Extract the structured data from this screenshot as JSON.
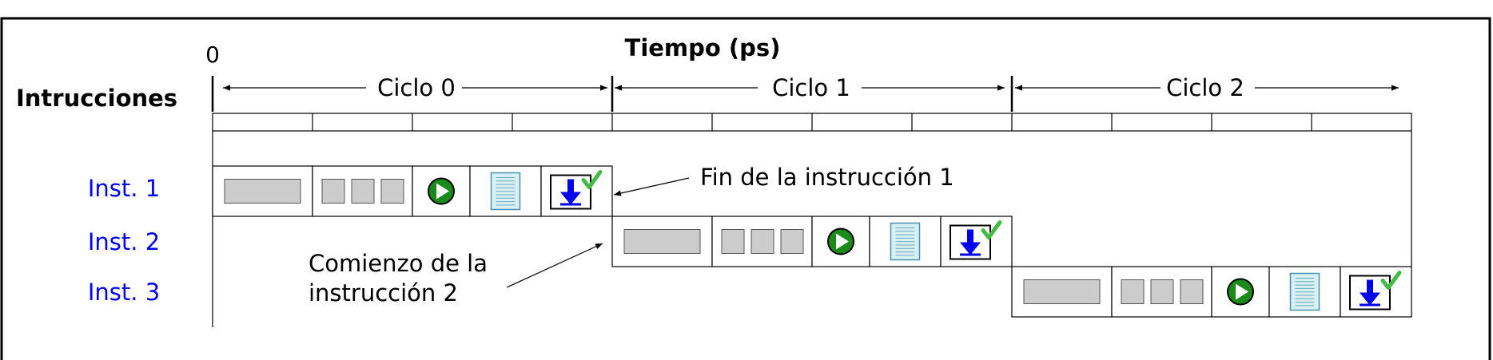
{
  "diagram": {
    "time_axis_title": "Tiempo (ps)",
    "time_origin": "0",
    "row_header": "Intrucciones",
    "cycles": [
      "Ciclo 0",
      "Ciclo 1",
      "Ciclo 2"
    ],
    "instructions": [
      "Inst. 1",
      "Inst. 2",
      "Inst. 3"
    ],
    "annotations": {
      "end_instruction_1": "Fin de la instrucción 1",
      "start_instruction_2_line1": "Comienzo de la",
      "start_instruction_2_line2": "instrucción 2"
    },
    "stage_icons": [
      "fetch-box-icon",
      "decode-registers-icon",
      "execute-play-icon",
      "memory-document-icon",
      "writeback-download-check-icon"
    ],
    "colors": {
      "instruction_label": "#0000ff",
      "play_fill": "#1a8a1a",
      "download_arrow": "#0000ee",
      "check": "#44bb44",
      "document": "#d8f0f4"
    }
  }
}
